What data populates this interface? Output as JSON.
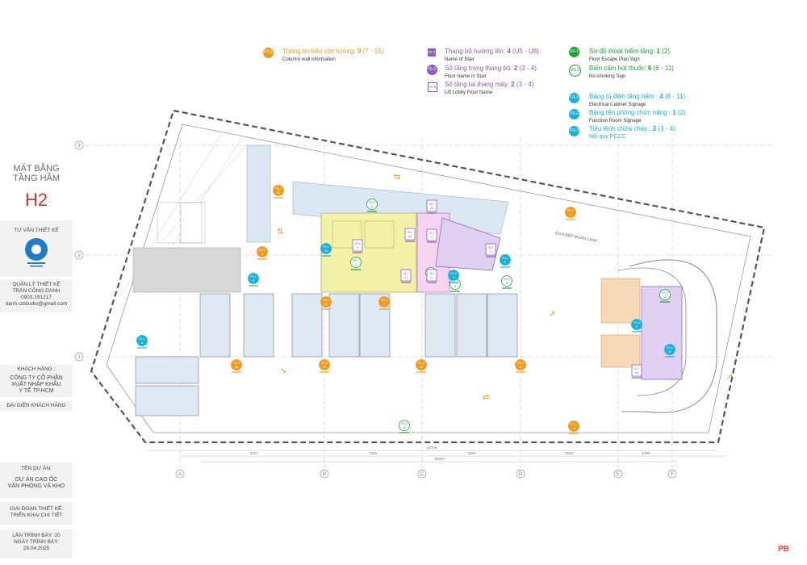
{
  "sidebar": {
    "plan_title_1": "MẶT BẰNG",
    "plan_title_2": "TẦNG HẦM",
    "plan_code": "H2",
    "consultant_label": "TƯ VẤN THIẾT KẾ",
    "manager_label": "QUẢN LÝ THIẾT KẾ",
    "manager_name": "TRẦN CÔNG DANH",
    "manager_phone": "0903.191217",
    "manager_email": "danh.cdstudio@gmail.com",
    "client_label": "KHÁCH HÀNG :",
    "client_name_1": "CÔNG TY CỔ PHẦN",
    "client_name_2": "XUẤT NHẬP KHẨU",
    "client_name_3": "Y TẾ TP.HCM",
    "client_rep_label": "ĐẠI DIỆN KHÁCH HÀNG",
    "project_label": "TÊN DỰ ÁN:",
    "project_name_1": "DỰ ÁN CAO ỐC",
    "project_name_2": "VĂN PHÒNG VÀ KHO",
    "phase_label": "GIAI ĐOẠN THIẾT KẾ:",
    "phase_value": "TRIỂN KHAI CHI TIẾT",
    "revision": "LẦN TRÌNH BÀY: 20",
    "date_label": "NGÀY TRÌNH BÀY:",
    "date_value": "29.04.2025"
  },
  "legend": {
    "ps1": {
      "code": "PS-1",
      "title": "Thông tin trên cột/ tường:",
      "count": "9",
      "range": "(7 - 15)",
      "sub": "Column/ wall information",
      "color": "#f39a1e"
    },
    "is2": {
      "code": "IS-2",
      "title": "Thang bộ hướng lên:",
      "count": "4",
      "range": "(U5 - U8)",
      "sub": "Name of Stair",
      "color": "#8a5cc0"
    },
    "is3": {
      "code": "IS-3",
      "title": "Số tầng trong thang bộ:",
      "count": "2",
      "range": "(3 - 4)",
      "sub": "Floor Name in Stair",
      "color": "#8a5cc0"
    },
    "is5": {
      "code": "IS-5",
      "title": "Số tầng tại thang máy:",
      "count": "2",
      "range": "(3 - 4)",
      "sub": "Lift Lobby Floor Name",
      "color": "#8a5cc0"
    },
    "ss1": {
      "code": "SS-1",
      "title": "Sơ đồ thoát hiểm tầng:",
      "count": "1",
      "range": "(2)",
      "sub": "Floor Escape Plan Sign",
      "color": "#1aa232"
    },
    "ss2": {
      "code": "SS-2",
      "title": "Biển cấm hút thuốc:",
      "count": "6",
      "range": "(6 - 11)",
      "sub": "No smoking Sign",
      "color": "#1aa232"
    },
    "fs1": {
      "code": "FS-1",
      "title": "Bảng tủ điện tầng hầm :",
      "count": "4",
      "range": "(8 - 11)",
      "sub": "Electrical Cabinet Signage",
      "color": "#1ab0d8"
    },
    "fs2": {
      "code": "FS-2",
      "title": "Bảng tên phòng chức năng :",
      "count": "1",
      "range": "(2)",
      "sub": "Function Room Signage",
      "color": "#1ab0d8"
    },
    "fs3": {
      "code": "FS-3",
      "title": "Tiêu lệnh chữa cháy :",
      "count": "2",
      "range": "(3 - 4)",
      "sub": "Nội quy PCCC",
      "color": "#1ab0d8"
    }
  },
  "plan": {
    "grid_rows": [
      "3",
      "2",
      "1"
    ],
    "grid_cols": [
      "A",
      "B",
      "C",
      "D",
      "E",
      "F"
    ],
    "ramp_label": "ĐƯA ĐẾP ĐOÀN CHAY",
    "dims_bottom": [
      "8767",
      "7500",
      "7500",
      "7500",
      "4300"
    ],
    "dim_total": "44709",
    "dim_total_2": "35097",
    "markers_orange": [
      {
        "code": "PS-1",
        "num": "7"
      },
      {
        "code": "PS-1",
        "num": "10"
      },
      {
        "code": "PS-1",
        "num": "8"
      },
      {
        "code": "PS-1",
        "num": "9"
      },
      {
        "code": "PS-1",
        "num": "15"
      },
      {
        "code": "PS-1",
        "num": "13"
      },
      {
        "code": "PS-1",
        "num": "12"
      },
      {
        "code": "PS-1",
        "num": "11"
      },
      {
        "code": "PS-1",
        "num": "14"
      },
      {
        "code": "PS-1",
        "num": "14"
      }
    ],
    "markers_green": [
      {
        "code": "SS-2",
        "num": "6"
      },
      {
        "code": "SS-1",
        "num": "2"
      },
      {
        "code": "SS-2",
        "num": "7"
      },
      {
        "code": "SS-2",
        "num": "8"
      },
      {
        "code": "SS-2",
        "num": "9"
      },
      {
        "code": "SS-2",
        "num": "10"
      },
      {
        "code": "SS-2",
        "num": "11"
      }
    ],
    "markers_cyan": [
      {
        "code": "FS-1",
        "num": "8"
      },
      {
        "code": "FS-1",
        "num": "9"
      },
      {
        "code": "FS-1",
        "num": "10"
      },
      {
        "code": "FS-2",
        "num": "2"
      },
      {
        "code": "FS-3",
        "num": "3"
      },
      {
        "code": "FS-3",
        "num": "4"
      },
      {
        "code": "FS-1",
        "num": "11"
      }
    ],
    "markers_purple": [
      {
        "code": "IS-2",
        "num": "U5"
      },
      {
        "code": "IS-2",
        "num": "U6"
      },
      {
        "code": "IS-3",
        "num": "3"
      },
      {
        "code": "IS-3",
        "num": "4"
      },
      {
        "code": "IS-5",
        "num": "3"
      },
      {
        "code": "IS-5",
        "num": "4"
      },
      {
        "code": "IS-2",
        "num": "U7"
      },
      {
        "code": "IS-2",
        "num": "U8"
      }
    ]
  },
  "stamp": "PB"
}
